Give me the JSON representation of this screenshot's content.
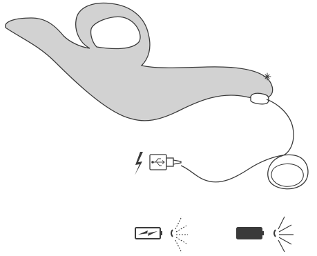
{
  "illustration": {
    "device_fill": "#d2d2d2",
    "line_color": "#3a3a3a",
    "icons": {
      "charge_bolt": "lightning-bolt-icon",
      "usb_plug": "usb-plug-icon",
      "usb_symbol": "usb-symbol-icon",
      "indicator_light": "indicator-light-icon"
    },
    "states": [
      {
        "name": "charging",
        "battery_icon": "battery-charging-icon",
        "light": "blinking",
        "light_rays": "dashed"
      },
      {
        "name": "fully-charged",
        "battery_icon": "battery-full-icon",
        "light": "steady",
        "light_rays": "solid"
      }
    ]
  }
}
